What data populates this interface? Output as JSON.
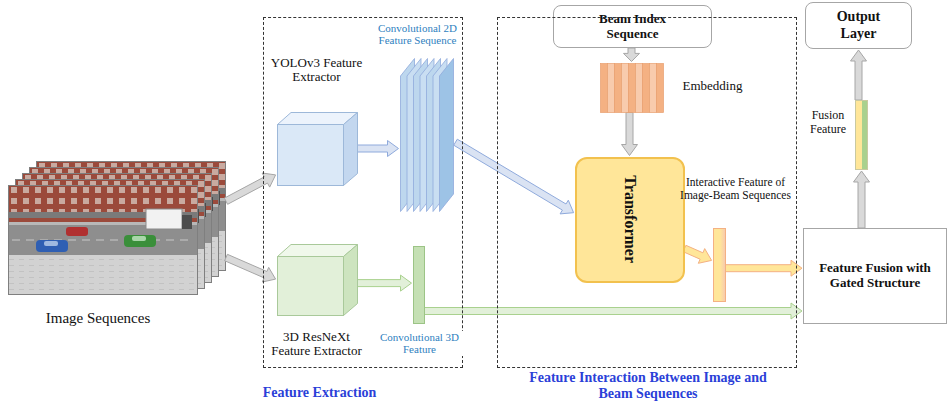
{
  "diagram": {
    "nodes": [
      {
        "text": [
          "Image Sequences"
        ]
      },
      {
        "text": [
          "Feature Extraction"
        ]
      },
      {
        "text": [
          "YOLOv3 Feature Extractor"
        ],
        "in": 1
      },
      {
        "text": [
          "Convolutional 2D Feature Sequence"
        ],
        "in": 1
      },
      {
        "text": [
          "3D ResNeXt Feature Extractor"
        ],
        "in": 1
      },
      {
        "text": [
          "Convolutional 3D Feature"
        ],
        "in": 1
      },
      {
        "text": [
          "Beam Index Sequence"
        ]
      },
      {
        "text": [
          "Feature Interaction Between Image and Beam Sequences"
        ]
      },
      {
        "text": [
          "Embedding"
        ],
        "in": 7
      },
      {
        "text": [
          "Transformer"
        ],
        "in": 7
      },
      {
        "text": [
          "Interactive Feature of Image-Beam Sequences"
        ],
        "in": 7
      },
      {
        "text": [
          "Feature Fusion with Gated Structure"
        ]
      },
      {
        "text": [
          "Fusion Feature"
        ]
      },
      {
        "text": [
          "Output Layer"
        ]
      }
    ],
    "edges": [
      {
        "from": 0,
        "to": 2,
        "arrow": "to"
      },
      {
        "from": 0,
        "to": 4,
        "arrow": "to"
      },
      {
        "from": 2,
        "to": 3,
        "arrow": "to"
      },
      {
        "from": 4,
        "to": 5,
        "arrow": "to"
      },
      {
        "from": 3,
        "to": 9,
        "arrow": "to"
      },
      {
        "from": 6,
        "to": 8,
        "arrow": "to"
      },
      {
        "from": 8,
        "to": 9,
        "arrow": "to"
      },
      {
        "from": 9,
        "to": 10,
        "arrow": "to"
      },
      {
        "from": 10,
        "to": 11,
        "arrow": "to"
      },
      {
        "from": 5,
        "to": 11,
        "arrow": "to"
      },
      {
        "from": 11,
        "to": 12,
        "arrow": "to"
      },
      {
        "from": 12,
        "to": 13,
        "arrow": "to"
      }
    ]
  }
}
